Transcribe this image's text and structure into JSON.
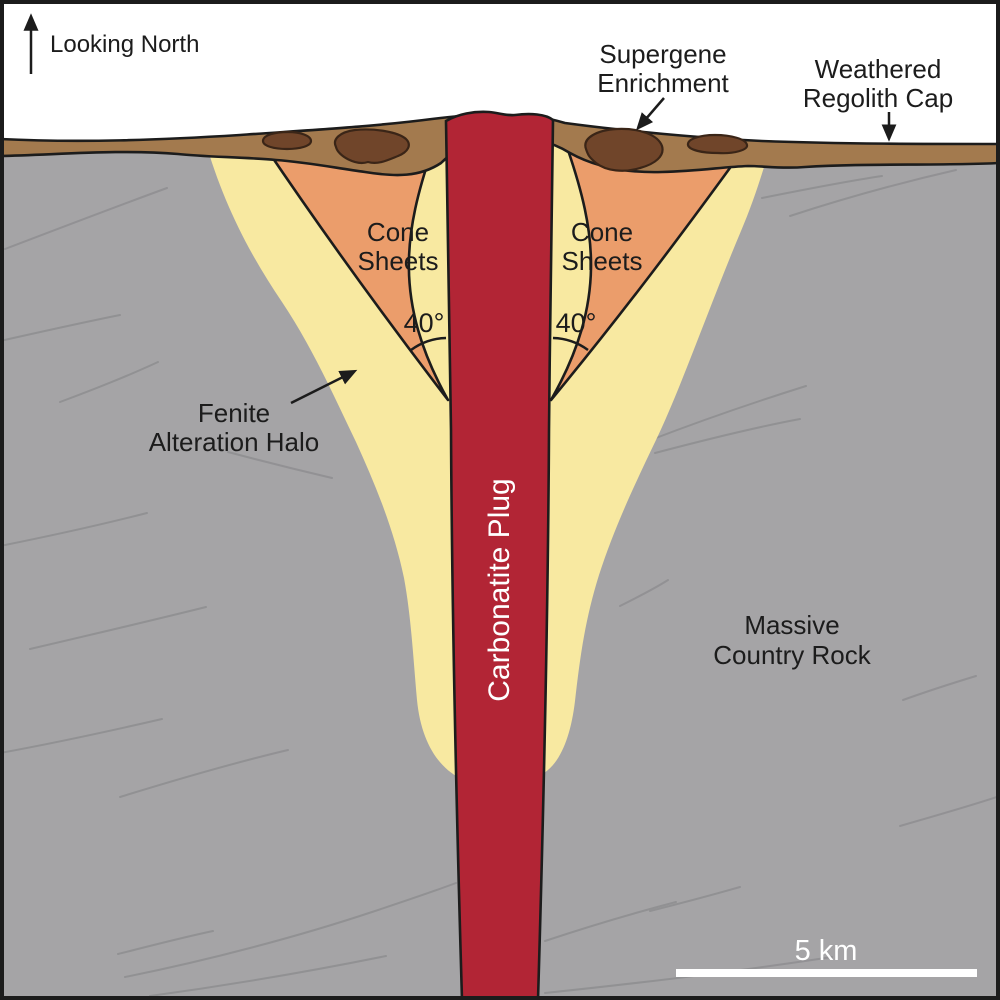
{
  "figure": {
    "type": "geological-cross-section",
    "labels": {
      "looking_north": "Looking North",
      "supergene_line1": "Supergene",
      "supergene_line2": "Enrichment",
      "weathered_line1": "Weathered",
      "weathered_line2": "Regolith Cap",
      "cone_left_line1": "Cone",
      "cone_left_line2": "Sheets",
      "cone_right_line1": "Cone",
      "cone_right_line2": "Sheets",
      "angle_left": "40°",
      "angle_right": "40°",
      "fenite_line1": "Fenite",
      "fenite_line2": "Alteration Halo",
      "carbonatite_plug": "Carbonatite Plug",
      "country_line1": "Massive",
      "country_line2": "Country Rock",
      "scale": "5 km"
    },
    "colors": {
      "sky": "#ffffff",
      "country_rock": "#a5a4a6",
      "fenite_halo": "#f8e9a1",
      "cone_sheet": "#eb9d6b",
      "carbonatite_plug": "#b22535",
      "regolith": "#a37a4e",
      "supergene_ore": "#70452a",
      "blob_outline": "#3a2517",
      "outline": "#1c1c1c",
      "foliation": "#8e8e90",
      "scale_bar": "#ffffff"
    }
  }
}
